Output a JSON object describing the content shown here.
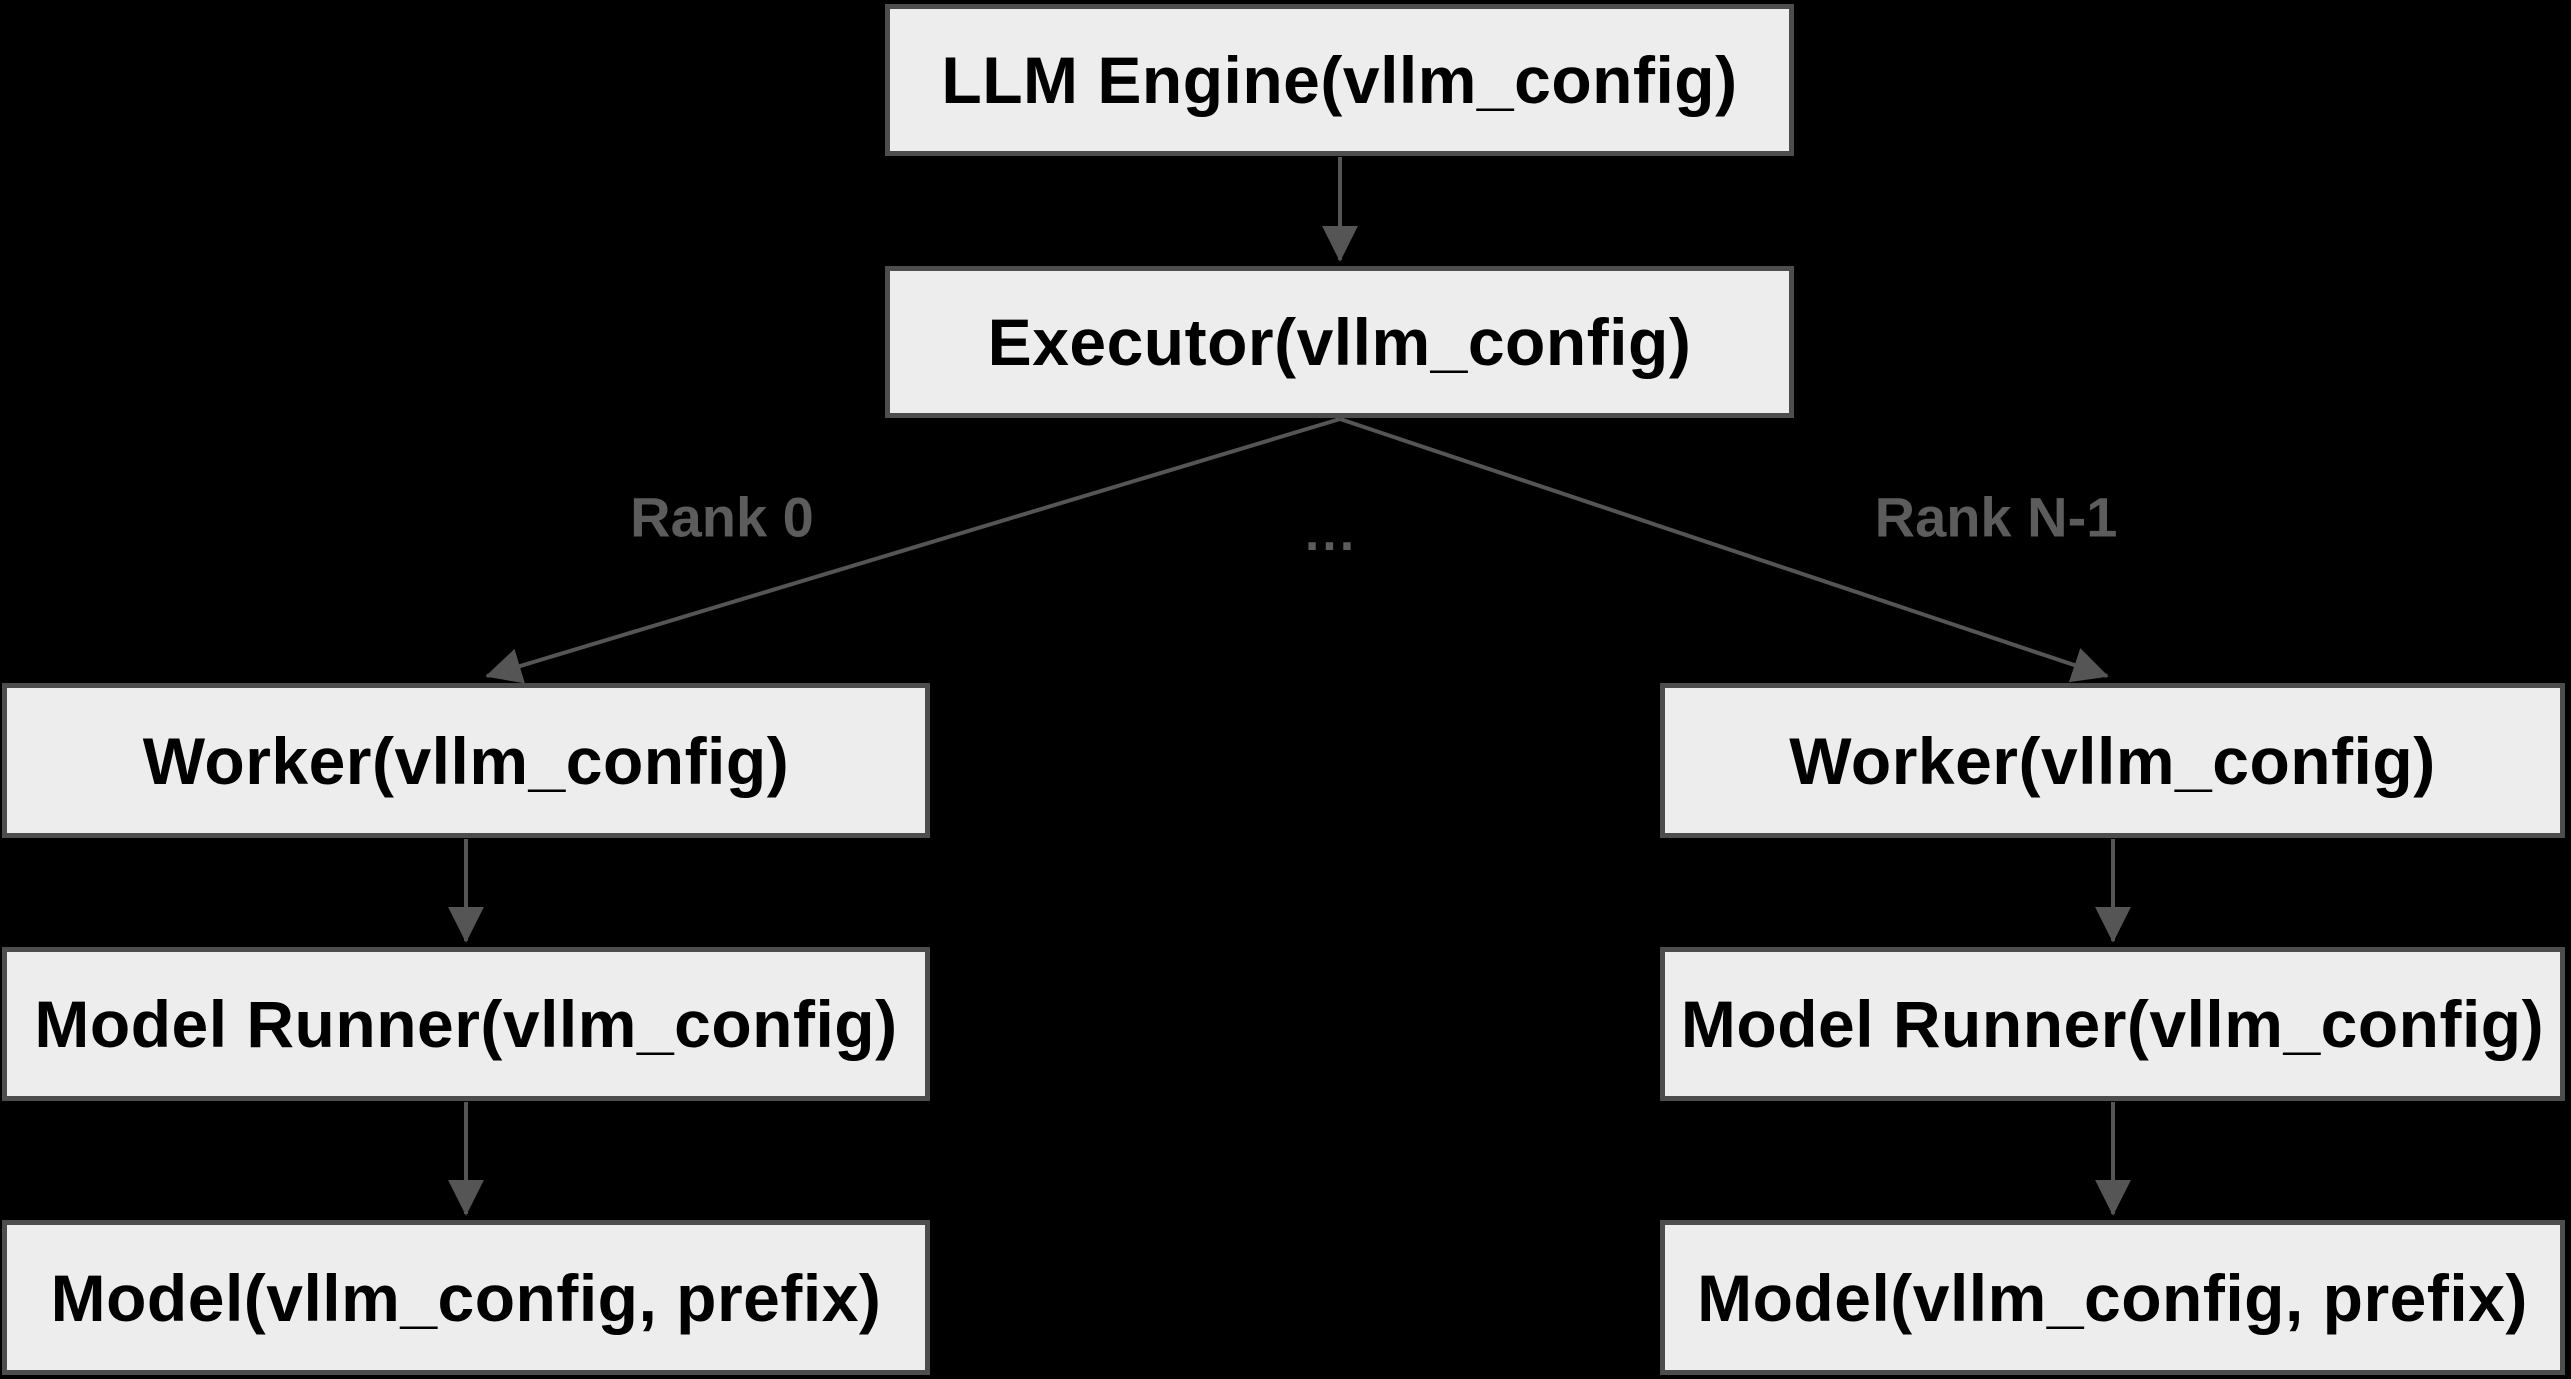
{
  "diagram": {
    "type": "flowchart",
    "background_color": "#000000",
    "node_fill_color": "#ededed",
    "node_border_color": "#4d4d4d",
    "node_text_color": "#000000",
    "edge_color": "#555555",
    "edge_label_color": "#5c5c5c",
    "nodes": [
      {
        "id": "llm-engine",
        "label": "LLM Engine(vllm_config)"
      },
      {
        "id": "executor",
        "label": "Executor(vllm_config)"
      },
      {
        "id": "worker-rank0",
        "label": "Worker(vllm_config)"
      },
      {
        "id": "model-runner-rank0",
        "label": "Model Runner(vllm_config)"
      },
      {
        "id": "model-rank0",
        "label": "Model(vllm_config, prefix)"
      },
      {
        "id": "worker-rankN",
        "label": "Worker(vllm_config)"
      },
      {
        "id": "model-runner-rankN",
        "label": "Model Runner(vllm_config)"
      },
      {
        "id": "model-rankN",
        "label": "Model(vllm_config, prefix)"
      }
    ],
    "edges": [
      {
        "from": "llm-engine",
        "to": "executor",
        "label": ""
      },
      {
        "from": "executor",
        "to": "worker-rank0",
        "label": "Rank 0"
      },
      {
        "from": "executor",
        "to": "worker-rankN",
        "label": "Rank N-1"
      },
      {
        "from": "worker-rank0",
        "to": "model-runner-rank0",
        "label": ""
      },
      {
        "from": "model-runner-rank0",
        "to": "model-rank0",
        "label": ""
      },
      {
        "from": "worker-rankN",
        "to": "model-runner-rankN",
        "label": ""
      },
      {
        "from": "model-runner-rankN",
        "to": "model-rankN",
        "label": ""
      }
    ],
    "edge_labels": {
      "rank0": "Rank 0",
      "ellipsis": "...",
      "rankN": "Rank N-1"
    }
  }
}
